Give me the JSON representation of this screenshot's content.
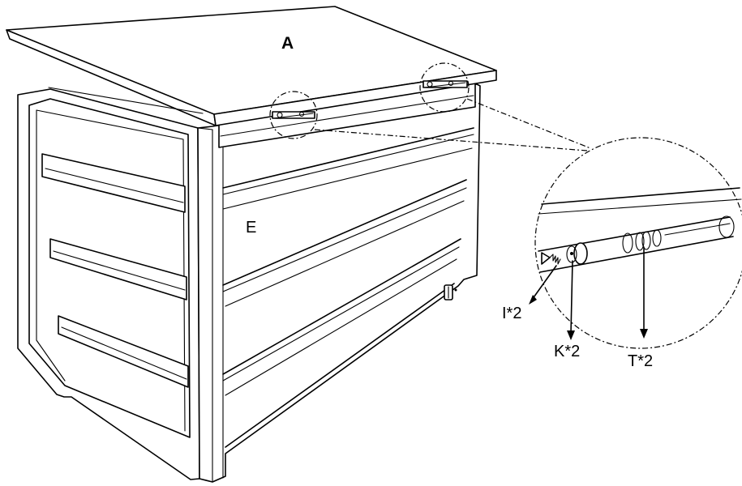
{
  "labels": {
    "lid": "A",
    "front_panel": "E",
    "part_i": "I*2",
    "part_k": "K*2",
    "part_t": "T*2"
  }
}
